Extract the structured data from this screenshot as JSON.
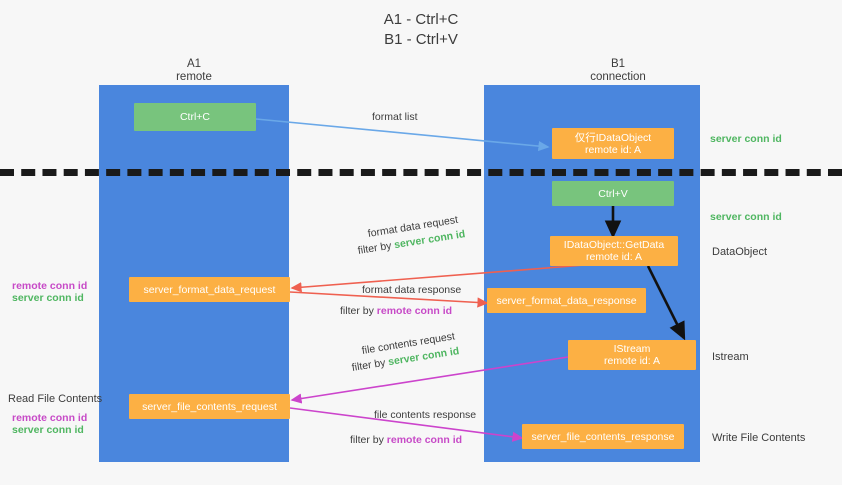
{
  "title": {
    "line1": "A1 - Ctrl+C",
    "line2": "B1 - Ctrl+V"
  },
  "columns": [
    {
      "name": "A1",
      "sub": "remote"
    },
    {
      "name": "B1",
      "sub": "connection"
    }
  ],
  "nodes": {
    "ctrl_c": {
      "label": "Ctrl+C"
    },
    "idataobject": {
      "line1": "仅行IDataObject",
      "line2": "remote id: A"
    },
    "ctrl_v": {
      "label": "Ctrl+V"
    },
    "getdata": {
      "line1": "IDataObject::GetData",
      "line2": "remote id: A"
    },
    "istream": {
      "line1": "IStream",
      "line2": "remote id: A"
    },
    "server_format_data_request": {
      "label": "server_format_data_request"
    },
    "server_format_data_response": {
      "label": "server_format_data_response"
    },
    "server_file_contents_request": {
      "label": "server_file_contents_request"
    },
    "server_file_contents_response": {
      "label": "server_file_contents_response"
    }
  },
  "edges": {
    "format_list": {
      "label": "format list"
    },
    "format_data_request": {
      "label": "format data request",
      "filter_prefix": "filter by ",
      "filter_value": "server conn id"
    },
    "format_data_response": {
      "label": "format data response",
      "filter_prefix": "filter by ",
      "filter_value": "remote conn id"
    },
    "file_contents_request": {
      "label": "file contents request",
      "filter_prefix": "filter by ",
      "filter_value": "server conn id"
    },
    "file_contents_response": {
      "label": "file contents response",
      "filter_prefix": "filter by ",
      "filter_value": "remote conn id"
    }
  },
  "right_labels": {
    "server_conn_id_top": "server conn id",
    "server_conn_id_mid": "server conn id",
    "dataobject": "DataObject",
    "istream": "Istream",
    "write_file_contents": "Write File Contents"
  },
  "left_labels": {
    "remote_conn_id_1": "remote conn id",
    "server_conn_id_1": "server conn id",
    "read_file_contents": "Read File Contents",
    "remote_conn_id_2": "remote conn id",
    "server_conn_id_2": "server conn id"
  },
  "colors": {
    "lane": "#4a86dd",
    "green_node": "#78c47d",
    "orange_node": "#fcb044",
    "green_text": "#4fb661",
    "magenta_text": "#c74ac7",
    "blue_arrow": "#6aa8e8",
    "red_arrow": "#ef6050",
    "magenta_arrow": "#cc44cc",
    "dark_arrow": "#111111",
    "background": "#f7f7f7"
  }
}
